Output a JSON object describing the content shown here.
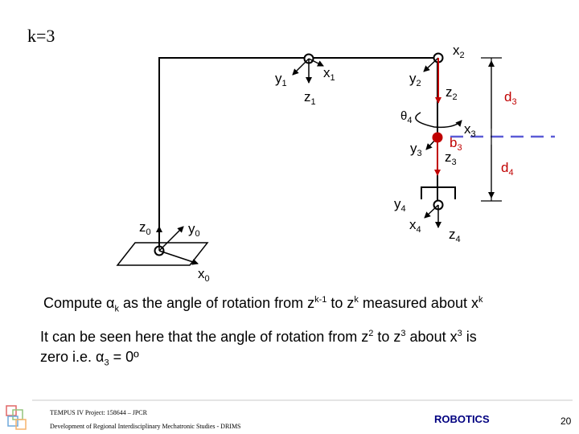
{
  "slide": {
    "title": "k=3",
    "labels": {
      "x2": "x",
      "x2_sub": "2",
      "y1": "y",
      "y1_sub": "1",
      "x1": "x",
      "x1_sub": "1",
      "z1": "z",
      "z1_sub": "1",
      "y2": "y",
      "y2_sub": "2",
      "z2": "z",
      "z2_sub": "2",
      "d3": "d",
      "d3_sub": "3",
      "theta4": "θ",
      "theta4_sub": "4",
      "x3": "x",
      "x3_sub": "3",
      "b3": "b",
      "b3_sub": "3",
      "y3": "y",
      "y3_sub": "3",
      "z3": "z",
      "z3_sub": "3",
      "d4": "d",
      "d4_sub": "4",
      "y4": "y",
      "y4_sub": "4",
      "z0": "z",
      "z0_sub": "0",
      "y0": "y",
      "y0_sub": "0",
      "x4": "x",
      "x4_sub": "4",
      "z4": "z",
      "z4_sub": "4",
      "x0": "x",
      "x0_sub": "0"
    },
    "line1": {
      "a": "Compute ",
      "alpha": "α",
      "alpha_sub": "k",
      "b": " as the angle of rotation from z",
      "sup1": "k-1",
      "c": " to z",
      "sup2": "k",
      "d": " measured about x",
      "sup3": "k"
    },
    "line2": {
      "a": "It can be seen here that the angle of rotation from z",
      "sup1": "2",
      "b": " to z",
      "sup2": "3",
      "c": " about x",
      "sup3": "3",
      "d": " is"
    },
    "line3": {
      "a": "zero  i.e. ",
      "alpha": "α",
      "alpha_sub": "3",
      "b": " = 0º"
    },
    "footer": {
      "project": "TEMPUS IV Project: 158644 – JPCR",
      "development": "Development of Regional Interdisciplinary Mechatronic Studies - DRIMS",
      "course": "ROBOTICS",
      "page": "20"
    },
    "colors": {
      "accent_red": "#c00000",
      "dashed_axis": "#5b5bd6",
      "footer_blue": "#000080",
      "logo_colors": [
        "#e06666",
        "#93c47d",
        "#6fa8dc",
        "#f6b26b"
      ]
    }
  }
}
